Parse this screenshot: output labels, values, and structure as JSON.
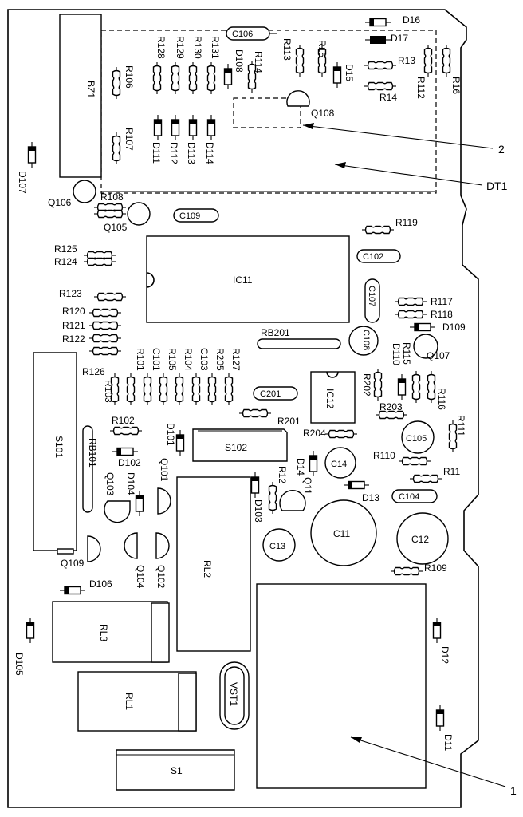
{
  "labels": {
    "BZ1": "BZ1",
    "D16": "D16",
    "D17": "D17",
    "C106": "C106",
    "R128": "R128",
    "R129": "R129",
    "R130": "R130",
    "R131": "R131",
    "D108": "D108",
    "R114": "R114",
    "R113": "R113",
    "R15": "R15",
    "D15": "D15",
    "R13": "R13",
    "R14": "R14",
    "R112": "R112",
    "R16": "R16",
    "R106": "R106",
    "R107": "R107",
    "Q108": "Q108",
    "D111": "D111",
    "D112": "D112",
    "D113": "D113",
    "D114": "D114",
    "callout2": "2",
    "DT1": "DT1",
    "D107": "D107",
    "Q106": "Q106",
    "R108": "R108",
    "Q105": "Q105",
    "C109": "C109",
    "R119": "R119",
    "R125": "R125",
    "R124": "R124",
    "IC11": "IC11",
    "C102": "C102",
    "R123": "R123",
    "C107": "C107",
    "R117": "R117",
    "R118": "R118",
    "R120": "R120",
    "R121": "R121",
    "R122": "R122",
    "D109": "D109",
    "RB201": "RB201",
    "C108": "C108",
    "R115": "R115",
    "Q107": "Q107",
    "D110": "D110",
    "R101": "R101",
    "C101": "C101",
    "R105": "R105",
    "R104": "R104",
    "C103": "C103",
    "R205": "R205",
    "R127": "R127",
    "R126": "R126",
    "R202": "R202",
    "R116": "R116",
    "IC12": "IC12",
    "R103": "R103",
    "C201": "C201",
    "R203": "R203",
    "R102": "R102",
    "R201": "R201",
    "R111": "R111",
    "S101": "S101",
    "RB101": "RB101",
    "D101": "D101",
    "S102": "S102",
    "R204": "R204",
    "C105": "C105",
    "D102": "D102",
    "R12": "R12",
    "D14": "D14",
    "C14": "C14",
    "R110": "R110",
    "R11": "R11",
    "Q103": "Q103",
    "D104": "D104",
    "Q101": "Q101",
    "D103": "D103",
    "Q11": "Q11",
    "D13": "D13",
    "C104": "C104",
    "C11": "C11",
    "C12": "C12",
    "C13": "C13",
    "Q109": "Q109",
    "Q104": "Q104",
    "Q102": "Q102",
    "RL2": "RL2",
    "R109": "R109",
    "D106": "D106",
    "RL3": "RL3",
    "D12": "D12",
    "D105": "D105",
    "VST1": "VST1",
    "RL1": "RL1",
    "D11": "D11",
    "S1": "S1",
    "callout1": "1"
  }
}
